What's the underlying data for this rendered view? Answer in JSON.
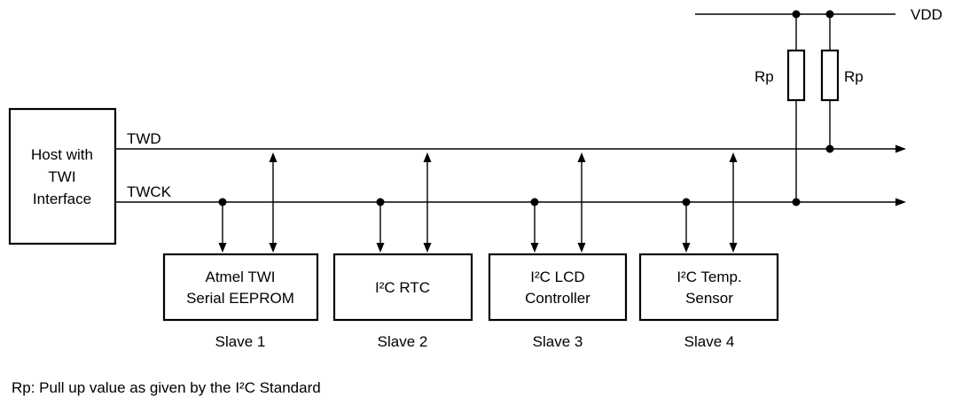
{
  "host": {
    "lines": [
      "Host with",
      "TWI",
      "Interface"
    ]
  },
  "bus": {
    "data_line_label": "TWD",
    "clock_line_label": "TWCK",
    "supply_label": "VDD"
  },
  "resistors": [
    {
      "label": "Rp"
    },
    {
      "label": "Rp"
    }
  ],
  "slaves": [
    {
      "lines": [
        "Atmel TWI",
        "Serial EEPROM"
      ],
      "caption": "Slave 1"
    },
    {
      "lines": [
        "I²C RTC"
      ],
      "caption": "Slave 2"
    },
    {
      "lines": [
        "I²C LCD",
        "Controller"
      ],
      "caption": "Slave 3"
    },
    {
      "lines": [
        "I²C Temp.",
        "Sensor"
      ],
      "caption": "Slave 4"
    }
  ],
  "footnote": "Rp: Pull up value as given by the I²C Standard"
}
